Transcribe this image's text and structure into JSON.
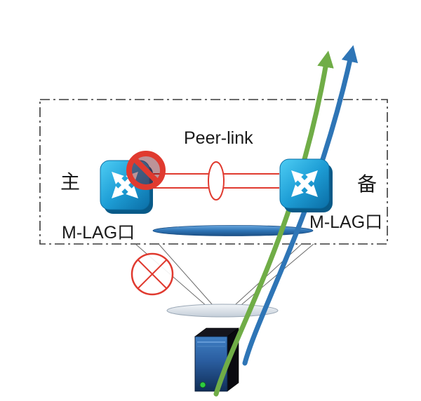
{
  "diagram": {
    "peer_link_label": "Peer-link",
    "left_switch_label": "主",
    "right_switch_label": "备",
    "mlag_port_label_left": "M-LAG口",
    "mlag_port_label_right": "M-LAG口",
    "icons": {
      "switch": "crossed-arrows-switch-icon",
      "prohibition": "no-entry-icon",
      "link_failure": "crossed-circle-icon",
      "server": "tower-server-icon",
      "traffic_up_green": "green-curved-arrow",
      "traffic_up_blue": "blue-curved-arrow"
    },
    "colors": {
      "switch_blue": "#1e9ed6",
      "link_red": "#e03a2f",
      "arrow_green": "#70ad47",
      "arrow_blue": "#2e75b6",
      "bundle_blue": "#2e74b5",
      "server_front": "#2f6fae",
      "led_green": "#2ecc40",
      "border_dark": "#3a3a3a"
    }
  }
}
